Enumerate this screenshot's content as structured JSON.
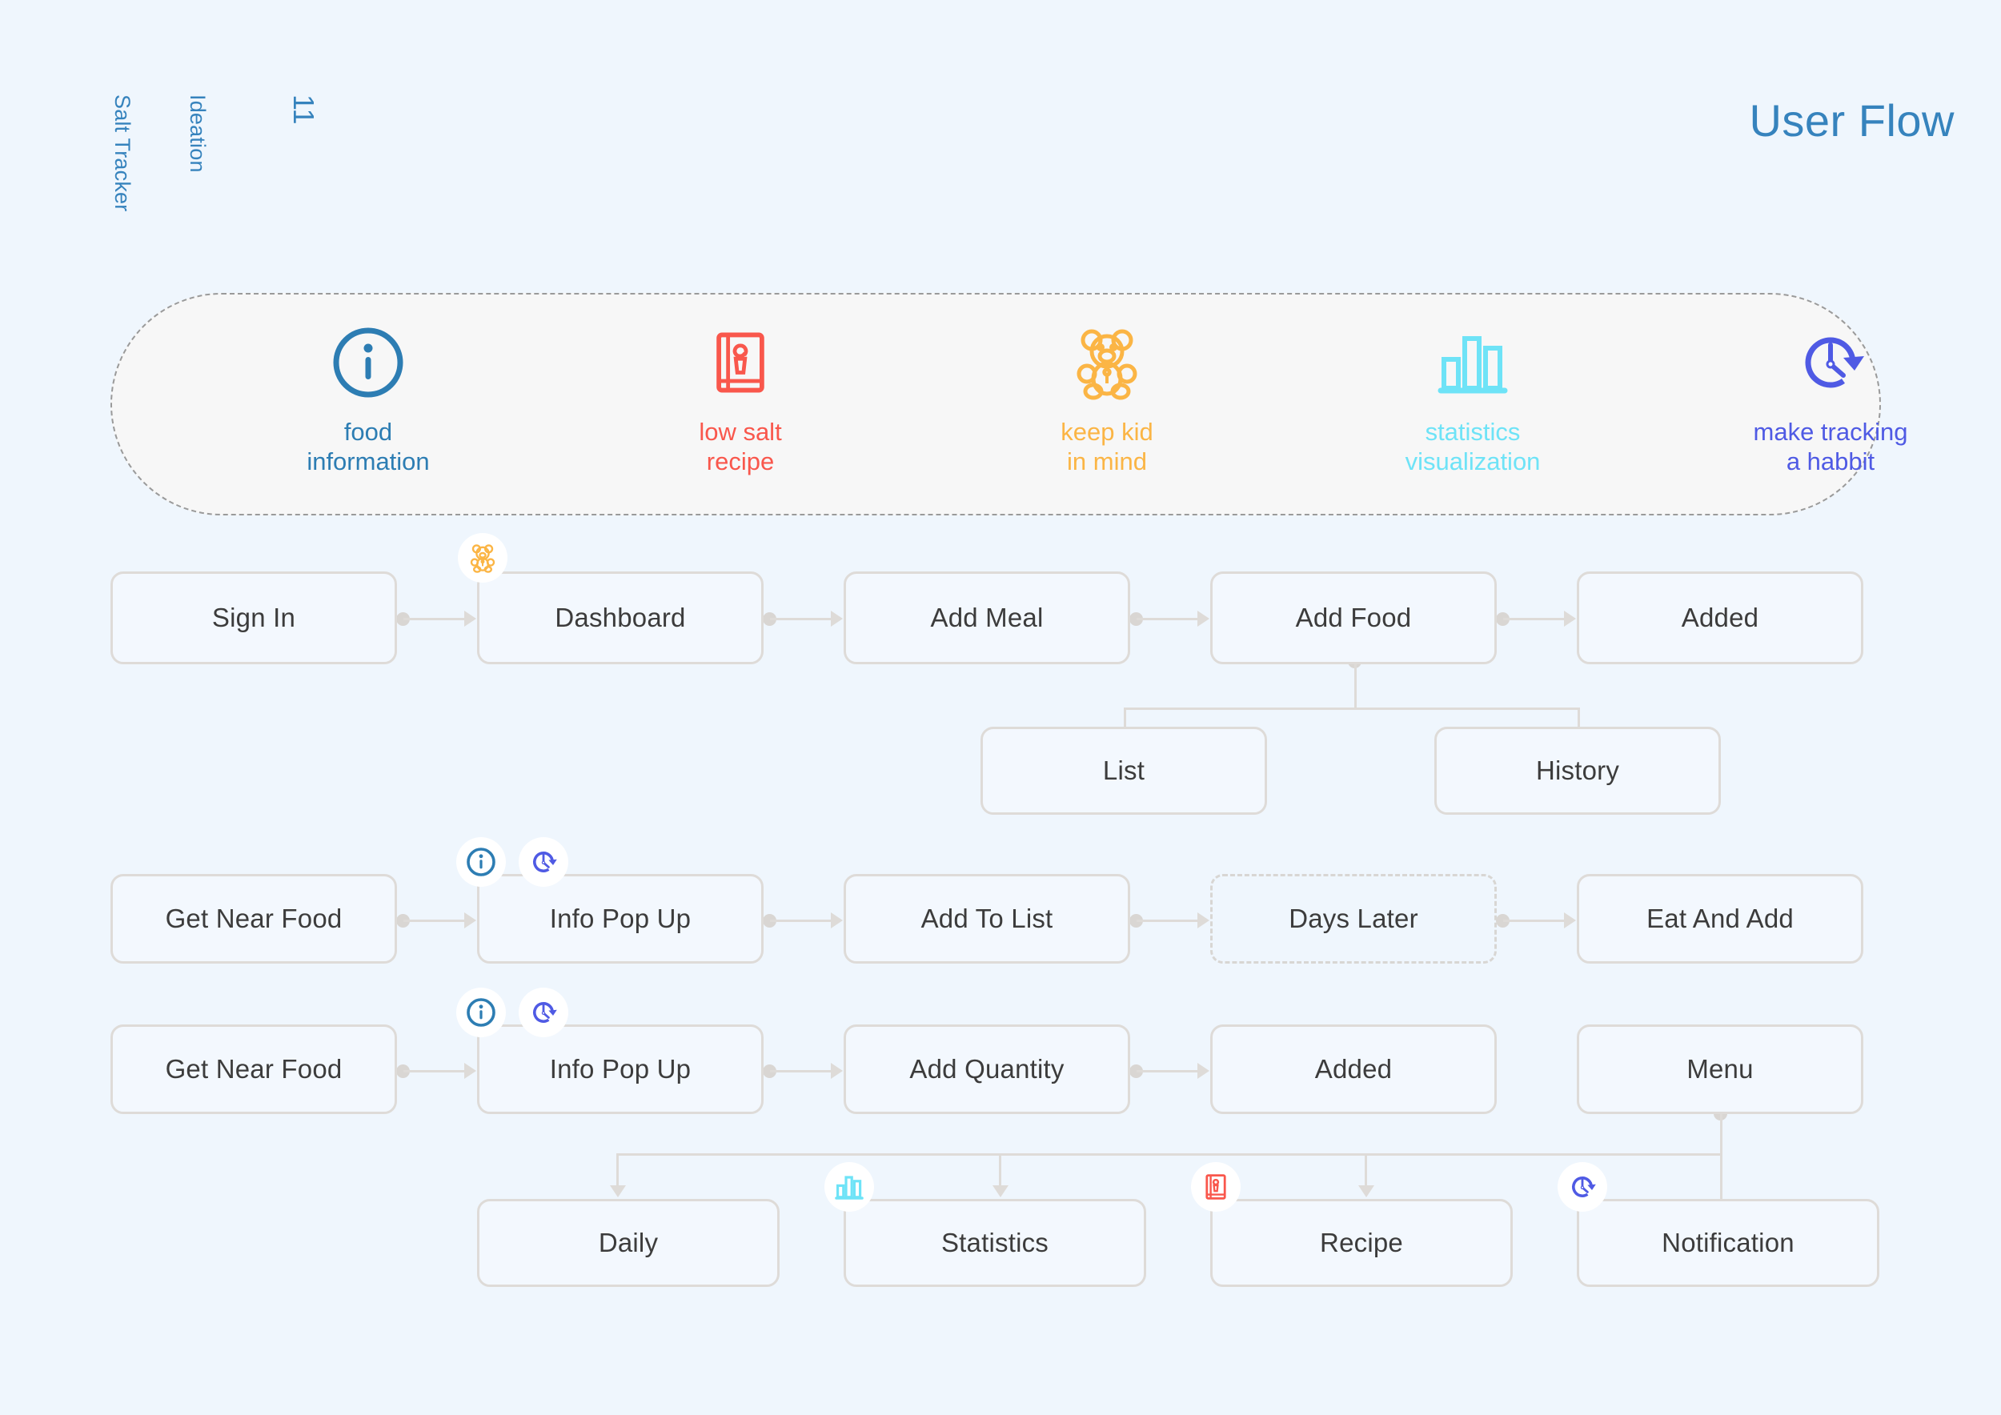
{
  "meta": {
    "project_label": "Salt Tracker",
    "section_label": "Ideation",
    "page_number": "11",
    "title": "User Flow",
    "accent_blue": "#3683bd",
    "background": "#eff6fd",
    "node_fill": "#f3f8fe",
    "node_border": "#dedbd8"
  },
  "features": [
    {
      "icon": "info-icon",
      "label_line1": "food",
      "label_line2": "information",
      "color": "#2d7db3"
    },
    {
      "icon": "recipe-book-icon",
      "label_line1": "low salt",
      "label_line2": "recipe",
      "color": "#f9574c"
    },
    {
      "icon": "teddy-bear-icon",
      "label_line1": "keep kid",
      "label_line2": "in mind",
      "color": "#fbb545"
    },
    {
      "icon": "bar-chart-icon",
      "label_line1": "statistics",
      "label_line2": "visualization",
      "color": "#6ee3f7"
    },
    {
      "icon": "clock-arrow-icon",
      "label_line1": "make tracking",
      "label_line2": "a habbit",
      "color": "#4f5ae4"
    }
  ],
  "flow": {
    "row1": [
      {
        "label": "Sign In",
        "badges": []
      },
      {
        "label": "Dashboard",
        "badges": [
          "teddy-bear-icon"
        ]
      },
      {
        "label": "Add Meal",
        "badges": []
      },
      {
        "label": "Add Food",
        "badges": []
      },
      {
        "label": "Added",
        "badges": []
      }
    ],
    "row1_children": [
      {
        "label": "List"
      },
      {
        "label": "History"
      }
    ],
    "row2": [
      {
        "label": "Get Near Food",
        "badges": []
      },
      {
        "label": "Info Pop Up",
        "badges": [
          "info-icon",
          "clock-arrow-icon"
        ]
      },
      {
        "label": "Add To List",
        "badges": []
      },
      {
        "label": "Days Later",
        "badges": [],
        "dashed": true
      },
      {
        "label": "Eat And Add",
        "badges": []
      }
    ],
    "row3": [
      {
        "label": "Get Near Food",
        "badges": []
      },
      {
        "label": "Info Pop Up",
        "badges": [
          "info-icon",
          "clock-arrow-icon"
        ]
      },
      {
        "label": "Add Quantity",
        "badges": []
      },
      {
        "label": "Added",
        "badges": []
      },
      {
        "label": "Menu",
        "badges": []
      }
    ],
    "row4": [
      {
        "label": "Daily",
        "badges": []
      },
      {
        "label": "Statistics",
        "badges": [
          "bar-chart-icon"
        ]
      },
      {
        "label": "Recipe",
        "badges": [
          "recipe-book-icon"
        ]
      },
      {
        "label": "Notification",
        "badges": [
          "clock-arrow-icon"
        ]
      }
    ]
  },
  "icon_colors": {
    "info-icon": "#2d7db3",
    "recipe-book-icon": "#f9574c",
    "teddy-bear-icon": "#fbb545",
    "bar-chart-icon": "#6ee3f7",
    "clock-arrow-icon": "#4f5ae4"
  }
}
